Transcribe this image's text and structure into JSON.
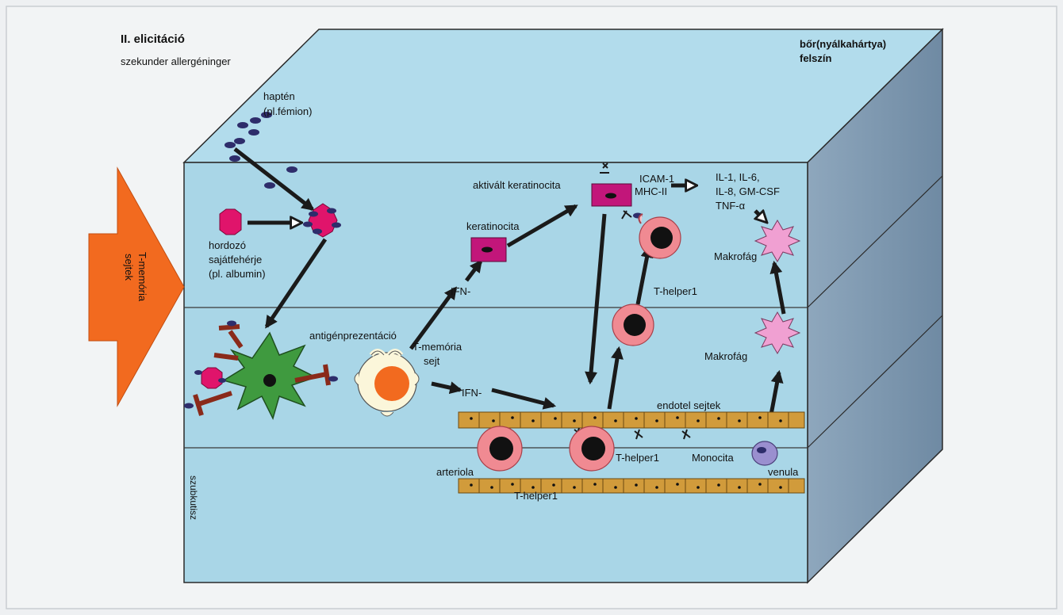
{
  "header": {
    "title": "II. elicitáció",
    "subtitle": "szekunder allergéninger",
    "surface_line1": "bőr(nyálkahártya)",
    "surface_line2": "felszín"
  },
  "side": {
    "t_memory_line1": "T-memória",
    "t_memory_line2": "sejtek",
    "subcutis": "szubkutisz"
  },
  "labels": {
    "hapten_line1": "haptén",
    "hapten_line2": "(pl.fémion)",
    "carrier_line1": "hordozó",
    "carrier_line2": "sajátfehérje",
    "carrier_line3": "(pl. albumin)",
    "antigen_presentation": "antigénprezentáció",
    "t_memory_cell_line1": "T-memória",
    "t_memory_cell_line2": "sejt",
    "ifn_upper": "IFN-",
    "ifn_lower": "IFN-",
    "keratinocyte": "keratinocita",
    "activated_keratinocyte": "aktivált keratinocita",
    "icam": "ICAM-1",
    "mhc": "MHC-II",
    "cytokines_line1": "IL-1, IL-6,",
    "cytokines_line2": "IL-8, GM-CSF",
    "cytokines_line3": "TNF-α",
    "macrophage_upper": "Makrofág",
    "macrophage_lower": "Makrofág",
    "t_helper_upper": "T-helper1",
    "t_helper_middle": "T-helper1",
    "t_helper_lower": "T-helper1",
    "endothelial_cells": "endotel sejtek",
    "monocyte": "Monocita",
    "arteriole": "arteriola",
    "venule": "venula"
  },
  "colors": {
    "tissue": "#a9d6e7",
    "box_side": "#7f97ad",
    "arrow_orange": "#f26a1f",
    "hapten": "#2e2d6b",
    "carrier": "#e0146b",
    "keratinocyte": "#c2167a",
    "dendritic_cell": "#3f9a3f",
    "t_cell": "#f08a92",
    "macrophage": "#f0a0d2",
    "monocyte": "#9a8fcf",
    "vessel": "#d19b3b"
  }
}
